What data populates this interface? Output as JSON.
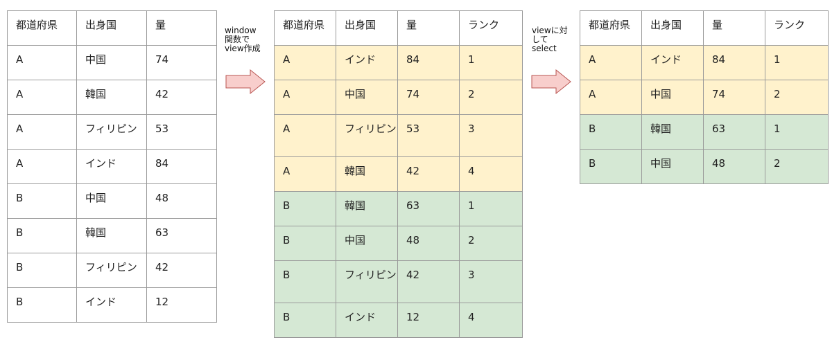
{
  "headers": {
    "prefecture": "都道府県",
    "origin": "出身国",
    "amount": "量",
    "rank": "ランク"
  },
  "source_table": {
    "rows": [
      {
        "pref": "A",
        "country": "中国",
        "amount": "74"
      },
      {
        "pref": "A",
        "country": "韓国",
        "amount": "42"
      },
      {
        "pref": "A",
        "country": "フィリピン",
        "amount": "53"
      },
      {
        "pref": "A",
        "country": "インド",
        "amount": "84"
      },
      {
        "pref": "B",
        "country": "中国",
        "amount": "48"
      },
      {
        "pref": "B",
        "country": "韓国",
        "amount": "63"
      },
      {
        "pref": "B",
        "country": "フィリピン",
        "amount": "42"
      },
      {
        "pref": "B",
        "country": "インド",
        "amount": "12"
      }
    ]
  },
  "step1_note": "window\n関数で\nview作成",
  "view_table": {
    "rows": [
      {
        "pref": "A",
        "country": "インド",
        "amount": "84",
        "rank": "1"
      },
      {
        "pref": "A",
        "country": "中国",
        "amount": "74",
        "rank": "2"
      },
      {
        "pref": "A",
        "country": "フィリピン",
        "amount": "53",
        "rank": "3"
      },
      {
        "pref": "A",
        "country": "韓国",
        "amount": "42",
        "rank": "4"
      },
      {
        "pref": "B",
        "country": "韓国",
        "amount": "63",
        "rank": "1"
      },
      {
        "pref": "B",
        "country": "中国",
        "amount": "48",
        "rank": "2"
      },
      {
        "pref": "B",
        "country": "フィリピン",
        "amount": "42",
        "rank": "3"
      },
      {
        "pref": "B",
        "country": "インド",
        "amount": "12",
        "rank": "4"
      }
    ]
  },
  "step2_note": "viewに対\nして\nselect",
  "result_table": {
    "rows": [
      {
        "pref": "A",
        "country": "インド",
        "amount": "84",
        "rank": "1"
      },
      {
        "pref": "A",
        "country": "中国",
        "amount": "74",
        "rank": "2"
      },
      {
        "pref": "B",
        "country": "韓国",
        "amount": "63",
        "rank": "1"
      },
      {
        "pref": "B",
        "country": "中国",
        "amount": "48",
        "rank": "2"
      }
    ]
  },
  "colors": {
    "group_a_fill": "#fff2cc",
    "group_b_fill": "#d5e8d4",
    "arrow_fill": "#f8cecc",
    "arrow_stroke": "#b85450",
    "grid_line": "#9a9a9a"
  }
}
